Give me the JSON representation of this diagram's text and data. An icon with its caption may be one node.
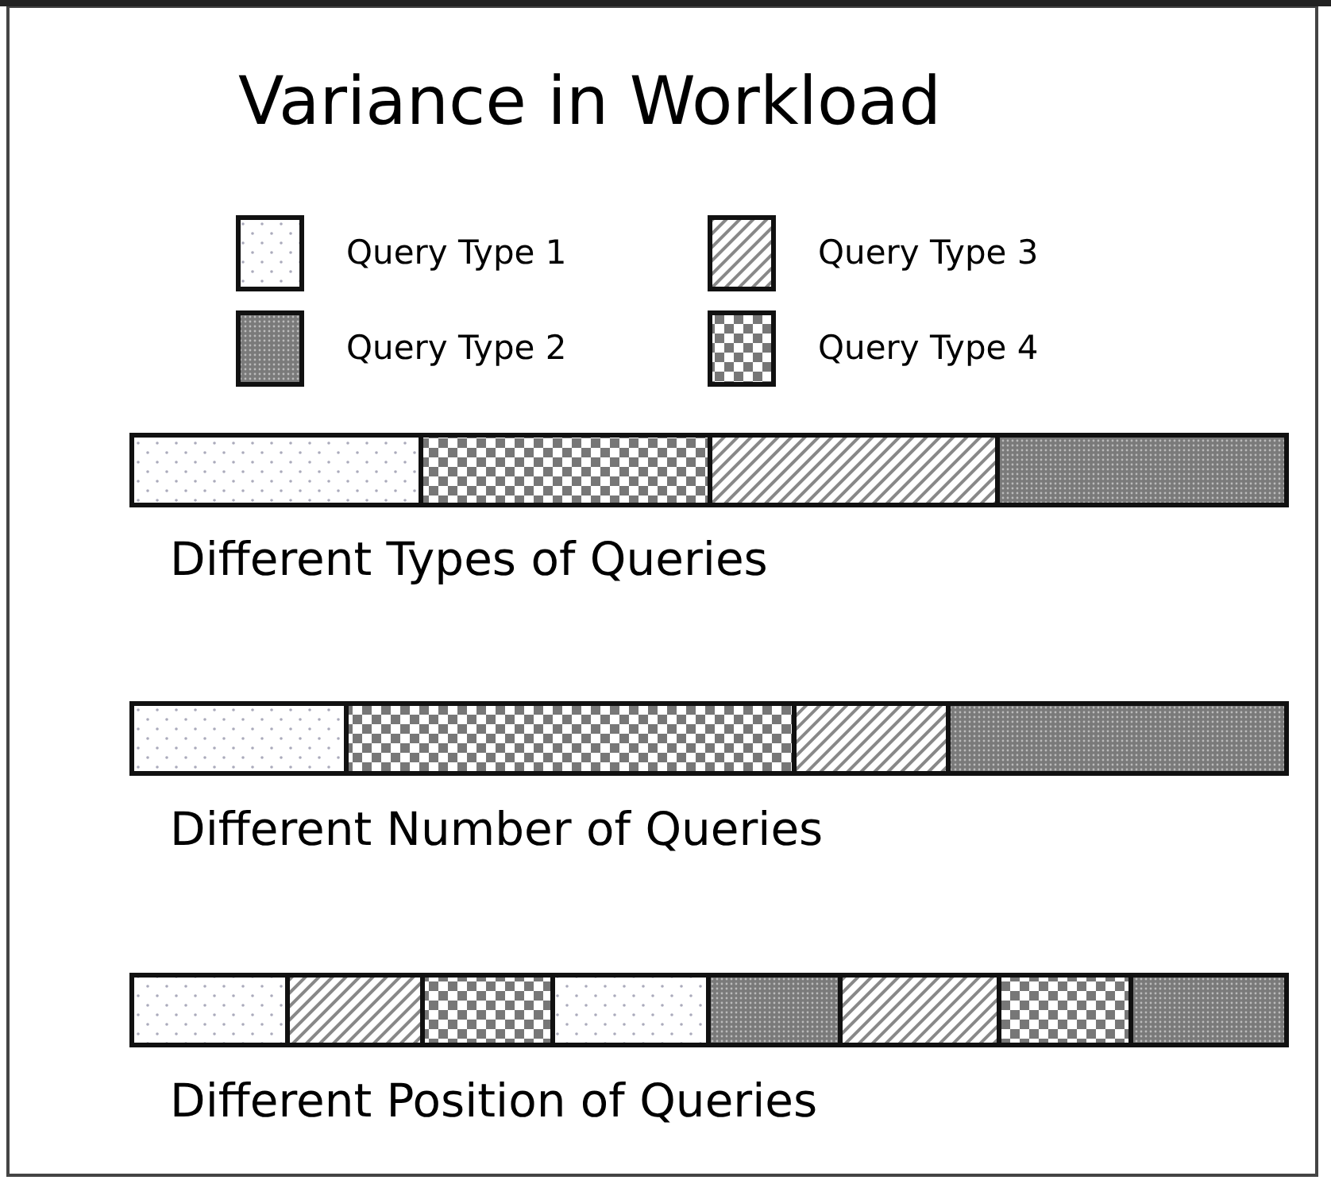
{
  "diagram": {
    "title": "Variance in Workload",
    "labels": [
      "Different Types of Queries",
      "Different Number of Queries",
      "Different Position of Queries"
    ],
    "legend": [
      {
        "text": "Query Type 1"
      },
      {
        "text": "Query Type 2"
      },
      {
        "text": "Query Type 3"
      },
      {
        "text": "Query Type 4"
      }
    ]
  }
}
